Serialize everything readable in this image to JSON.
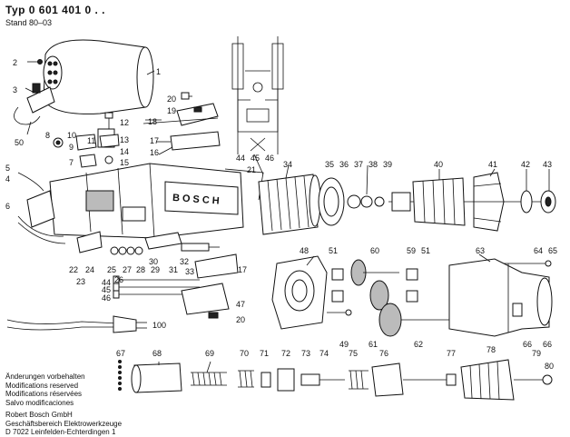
{
  "header": {
    "title": "Typ 0 601 401 0 . .",
    "stand": "Stand 80–03"
  },
  "notes": [
    "Änderungen vorbehalten",
    "Modifications reserved",
    "Modifications réservées",
    "Salvo modificaciones"
  ],
  "company": [
    "Robert Bosch GmbH",
    "Geschäftsbereich Elektrowerkzeuge",
    "D 7022 Leinfelden-Echterdingen 1"
  ],
  "housing_brand": "BOSCH",
  "part_labels": {
    "p1": "1",
    "p2": "2",
    "p3": "3",
    "p4": "4",
    "p5": "5",
    "p6": "6",
    "p7": "7",
    "p8": "8",
    "p9": "9",
    "p10": "10",
    "p11": "11",
    "p12": "12",
    "p13": "13",
    "p14": "14",
    "p15": "15",
    "p16": "16",
    "p17a": "17",
    "p17b": "17",
    "p18": "18",
    "p19": "19",
    "p20a": "20",
    "p20b": "20",
    "p21": "21",
    "p22": "22",
    "p23": "23",
    "p24": "24",
    "p25": "25",
    "p26": "26",
    "p27": "27",
    "p28": "28",
    "p29": "29",
    "p30": "30",
    "p31": "31",
    "p32": "32",
    "p33": "33",
    "p34": "34",
    "p35": "35",
    "p36": "36",
    "p37": "37",
    "p38": "38",
    "p39": "39",
    "p40": "40",
    "p41": "41",
    "p42": "42",
    "p43": "43",
    "p44a": "44",
    "p44b": "44",
    "p45a": "45",
    "p45b": "45",
    "p46a": "46",
    "p46b": "46",
    "p47": "47",
    "p48": "48",
    "p49": "49",
    "p50": "50",
    "p51a": "51",
    "p51b": "51",
    "p59": "59",
    "p60": "60",
    "p61": "61",
    "p62": "62",
    "p63": "63",
    "p64": "64",
    "p65": "65",
    "p66a": "66",
    "p66b": "66",
    "p67": "67",
    "p68": "68",
    "p69": "69",
    "p70": "70",
    "p71": "71",
    "p72": "72",
    "p73": "73",
    "p74": "74",
    "p75": "75",
    "p76": "76",
    "p77": "77",
    "p78": "78",
    "p79": "79",
    "p80": "80",
    "p100": "100"
  }
}
